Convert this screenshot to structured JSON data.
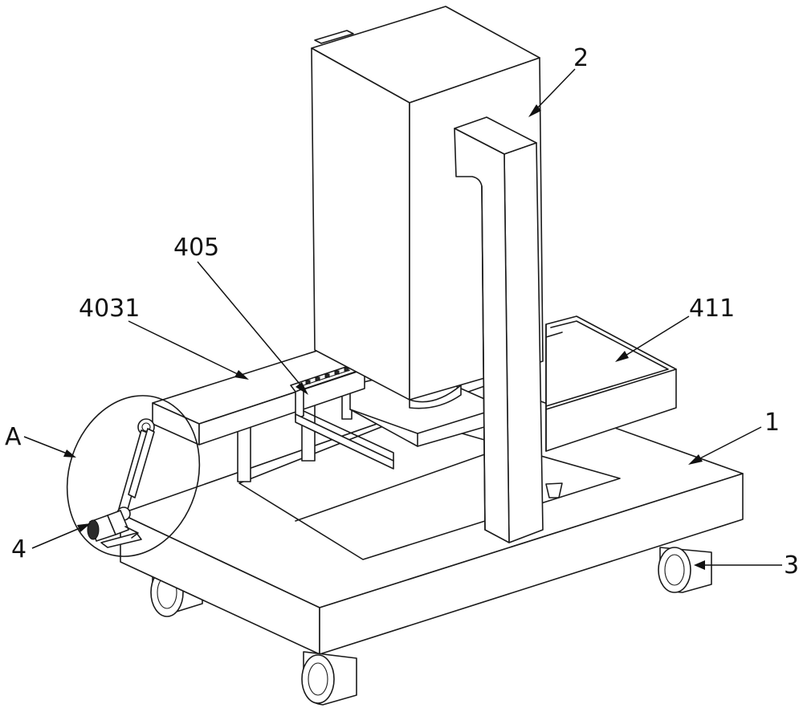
{
  "labels": {
    "main_housing": "2",
    "bar_4031": "4031",
    "arm_405": "405",
    "tray_411": "411",
    "base_1": "1",
    "wheel_3": "3",
    "detail_a": "A",
    "motor_4": "4"
  }
}
